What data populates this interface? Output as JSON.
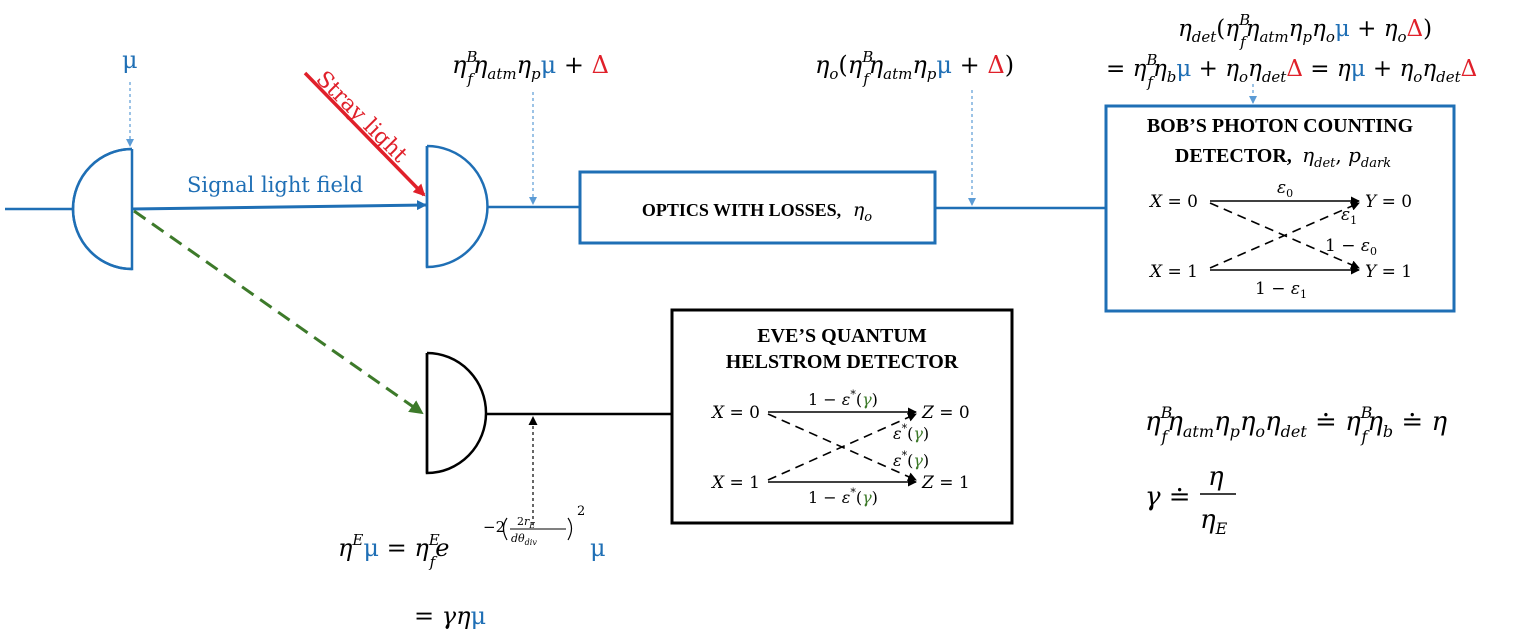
{
  "labels": {
    "mu_top": "μ",
    "stray_light": "Stray light",
    "signal_light_field": "Signal light field"
  },
  "equations": {
    "after_receiver": "η_f^B η_atm η_p μ + Δ",
    "after_optics": "η_o(η_f^B η_atm η_p μ + Δ)",
    "detector_input_line1": "η_det(η_f^B η_atm η_p η_o μ + η_o Δ)",
    "detector_input_line2": "= η_f^B η_b μ + η_o η_det Δ = η μ + η_o η_det Δ",
    "eve_received_line1": "η^E μ = η_f^E e^{−2(2r_E / dθ_div)^2} μ",
    "eve_received_line2": "= γημ",
    "eta_definition": "η_f^B η_atm η_p η_o η_det ≐ η_f^B η_b ≐ η",
    "gamma_definition": "γ ≐ η / η_E"
  },
  "optics_box": {
    "title": "OPTICS WITH LOSSES,",
    "param": "η_o"
  },
  "bob_detector": {
    "title_line1": "BOB’S PHOTON COUNTING",
    "title_line2": "DETECTOR,",
    "params": "η_det, p_dark",
    "x0": "X = 0",
    "x1": "X = 1",
    "y0": "Y = 0",
    "y1": "Y = 1",
    "top_label": "ε_0",
    "cross_label_1": "ε_1",
    "cross_label_2": "1 − ε_0",
    "bottom_label": "1 − ε_1"
  },
  "eve_detector": {
    "title_line1": "EVE’S QUANTUM",
    "title_line2": "HELSTROM DETECTOR",
    "x0": "X = 0",
    "x1": "X = 1",
    "z0": "Z = 0",
    "z1": "Z = 1",
    "top_label": "1 − ε*(γ)",
    "cross_label_1": "ε*(γ)",
    "cross_label_2": "ε*(γ)",
    "bottom_label": "1 − ε*(γ)"
  },
  "colors": {
    "blue": "#1f6fb5",
    "red": "#e0202a",
    "green": "#3d7a2a",
    "black": "#000000"
  }
}
